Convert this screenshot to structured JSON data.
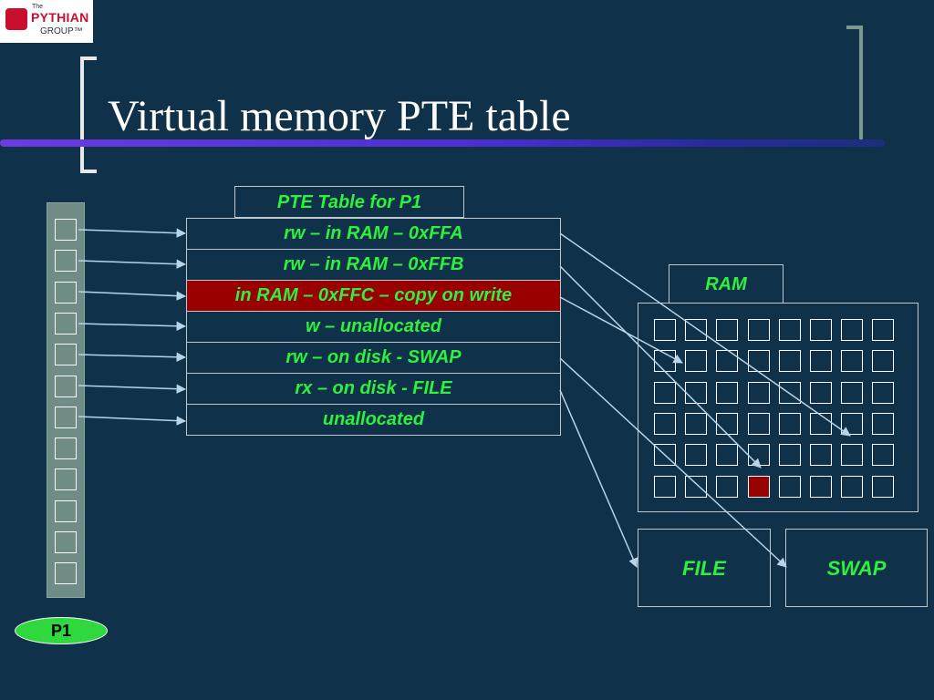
{
  "logo": {
    "the": "The",
    "name": "PYTHIAN",
    "group": "GROUP™"
  },
  "slide": {
    "title": "Virtual memory PTE table"
  },
  "process": {
    "label": "P1",
    "page_count": 12
  },
  "pte_table": {
    "header": "PTE Table for P1",
    "rows": [
      {
        "text": "rw – in RAM – 0xFFA",
        "highlight": false
      },
      {
        "text": "rw – in RAM – 0xFFB",
        "highlight": false
      },
      {
        "text": "in RAM – 0xFFC – copy on write",
        "highlight": true
      },
      {
        "text": "w – unallocated",
        "highlight": false
      },
      {
        "text": "rw – on disk - SWAP",
        "highlight": false
      },
      {
        "text": "rx – on disk - FILE",
        "highlight": false
      },
      {
        "text": "unallocated",
        "highlight": false
      }
    ]
  },
  "ram": {
    "label": "RAM",
    "rows": 6,
    "cols": 8,
    "highlight_cell": [
      5,
      3
    ]
  },
  "storage": {
    "file_label": "FILE",
    "swap_label": "SWAP"
  },
  "colors": {
    "background": "#0f3149",
    "text": "#2ef03d",
    "highlight": "#990000",
    "oval": "#2ed83d"
  }
}
